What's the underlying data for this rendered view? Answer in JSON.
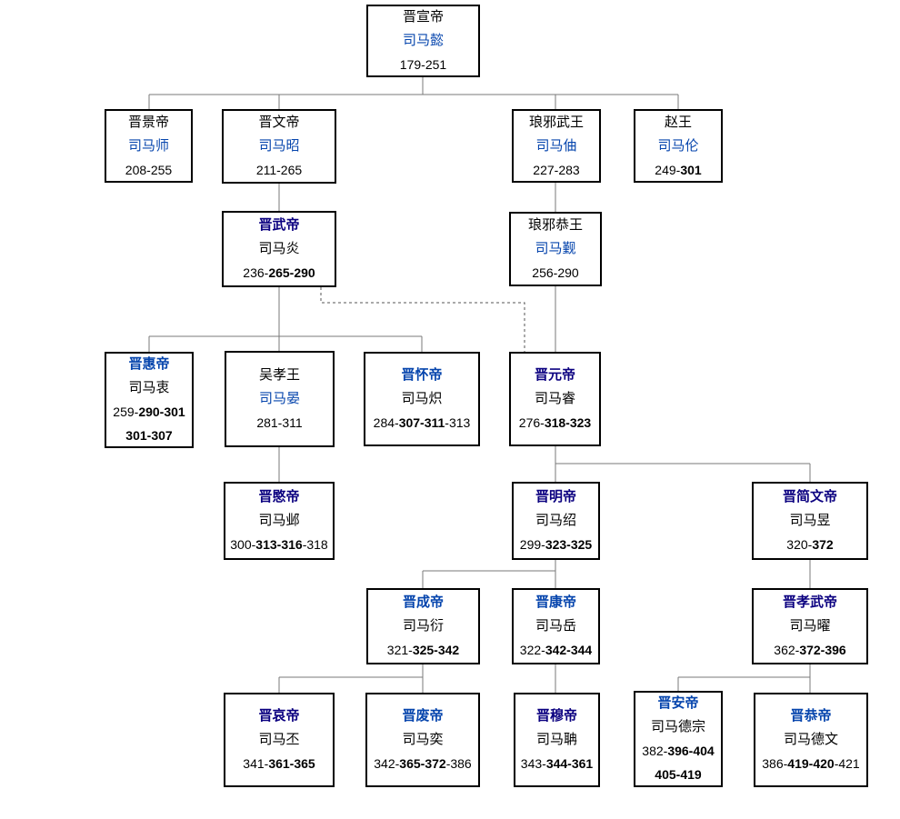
{
  "colors": {
    "link_blue": "#0645ad",
    "visited_navy": "#0b0080",
    "line_gray": "#7a7a7a",
    "dashed_gray": "#555555",
    "box_border": "#000000",
    "background": "#ffffff"
  },
  "nodes": [
    {
      "title": "晋宣帝",
      "name": "司马懿",
      "dates": [
        [
          {
            "t": "179-251"
          }
        ]
      ]
    },
    {
      "title": "晋景帝",
      "name": "司马师",
      "dates": [
        [
          {
            "t": "208-255"
          }
        ]
      ]
    },
    {
      "title": "晋文帝",
      "name": "司马昭",
      "dates": [
        [
          {
            "t": "211-265"
          }
        ]
      ]
    },
    {
      "title": "琅邪武王",
      "name": "司马伷",
      "dates": [
        [
          {
            "t": "227-283"
          }
        ]
      ]
    },
    {
      "title": "赵王",
      "name": "司马伦",
      "dates": [
        [
          {
            "t": "249-"
          },
          {
            "t": "301",
            "b": true
          }
        ]
      ]
    },
    {
      "title": "晋武帝",
      "name": "司马炎",
      "dates": [
        [
          {
            "t": "236-"
          },
          {
            "t": "265-290",
            "b": true
          }
        ]
      ]
    },
    {
      "title": "琅邪恭王",
      "name": "司马觐",
      "dates": [
        [
          {
            "t": "256-290"
          }
        ]
      ]
    },
    {
      "title": "晋惠帝",
      "name": "司马衷",
      "dates": [
        [
          {
            "t": "259-"
          },
          {
            "t": "290-301",
            "b": true
          }
        ],
        [
          {
            "t": "301-307",
            "b": true
          }
        ]
      ]
    },
    {
      "title": "吴孝王",
      "name": "司马晏",
      "dates": [
        [
          {
            "t": "281-311"
          }
        ]
      ]
    },
    {
      "title": "晋怀帝",
      "name": "司马炽",
      "dates": [
        [
          {
            "t": "284-"
          },
          {
            "t": "307-311",
            "b": true
          },
          {
            "t": "-313"
          }
        ]
      ]
    },
    {
      "title": "晋元帝",
      "name": "司马睿",
      "dates": [
        [
          {
            "t": "276-"
          },
          {
            "t": "318-323",
            "b": true
          }
        ]
      ]
    },
    {
      "title": "晋愍帝",
      "name": "司马邺",
      "dates": [
        [
          {
            "t": "300-"
          },
          {
            "t": "313-316",
            "b": true
          },
          {
            "t": "-318"
          }
        ]
      ]
    },
    {
      "title": "晋明帝",
      "name": "司马绍",
      "dates": [
        [
          {
            "t": "299-"
          },
          {
            "t": "323-325",
            "b": true
          }
        ]
      ]
    },
    {
      "title": "晋简文帝",
      "name": "司马昱",
      "dates": [
        [
          {
            "t": "320-"
          },
          {
            "t": "372",
            "b": true
          }
        ]
      ]
    },
    {
      "title": "晋成帝",
      "name": "司马衍",
      "dates": [
        [
          {
            "t": "321-"
          },
          {
            "t": "325-342",
            "b": true
          }
        ]
      ]
    },
    {
      "title": "晋康帝",
      "name": "司马岳",
      "dates": [
        [
          {
            "t": "322-"
          },
          {
            "t": "342-344",
            "b": true
          }
        ]
      ]
    },
    {
      "title": "晋孝武帝",
      "name": "司马曜",
      "dates": [
        [
          {
            "t": "362-"
          },
          {
            "t": "372-396",
            "b": true
          }
        ]
      ]
    },
    {
      "title": "晋哀帝",
      "name": "司马丕",
      "dates": [
        [
          {
            "t": "341-"
          },
          {
            "t": "361-365",
            "b": true
          }
        ]
      ]
    },
    {
      "title": "晋废帝",
      "name": "司马奕",
      "dates": [
        [
          {
            "t": "342-"
          },
          {
            "t": "365-372",
            "b": true
          },
          {
            "t": "-386"
          }
        ]
      ]
    },
    {
      "title": "晋穆帝",
      "name": "司马聃",
      "dates": [
        [
          {
            "t": "343-"
          },
          {
            "t": "344-361",
            "b": true
          }
        ]
      ]
    },
    {
      "title": "晋安帝",
      "name": "司马德宗",
      "dates": [
        [
          {
            "t": "382-"
          },
          {
            "t": "396-404",
            "b": true
          }
        ],
        [
          {
            "t": "405-419",
            "b": true
          }
        ]
      ]
    },
    {
      "title": "晋恭帝",
      "name": "司马德文",
      "dates": [
        [
          {
            "t": "386-"
          },
          {
            "t": "419-420",
            "b": true
          },
          {
            "t": "-421"
          }
        ]
      ]
    }
  ]
}
